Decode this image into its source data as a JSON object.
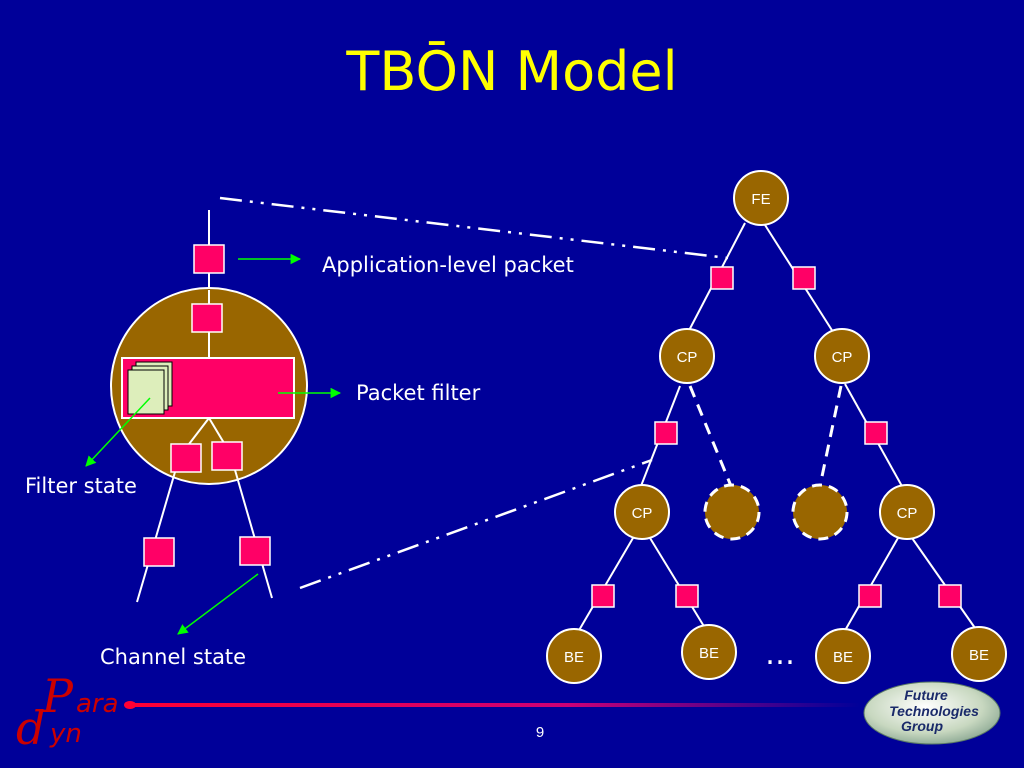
{
  "slide": {
    "title": "TBŌN Model",
    "page_number": "9"
  },
  "labels": {
    "app_packet": "Application-level packet",
    "packet_filter": "Packet filter",
    "filter_state": "Filter state",
    "channel_state": "Channel state"
  },
  "tree": {
    "root": "FE",
    "internal": "CP",
    "leaf": "BE",
    "ellipsis": "…"
  },
  "logos": {
    "paradyn_p": "P",
    "paradyn_ara": "ara",
    "paradyn_d": "d",
    "paradyn_yn": "yn",
    "ftg_line1": "Future",
    "ftg_line2": "Technologies",
    "ftg_line3": "Group"
  },
  "colors": {
    "background": "#000099",
    "title": "#ffff00",
    "node_fill": "#996600",
    "packet": "#ff0066",
    "arrow": "#00ff00",
    "paradyn": "#cc0000"
  }
}
